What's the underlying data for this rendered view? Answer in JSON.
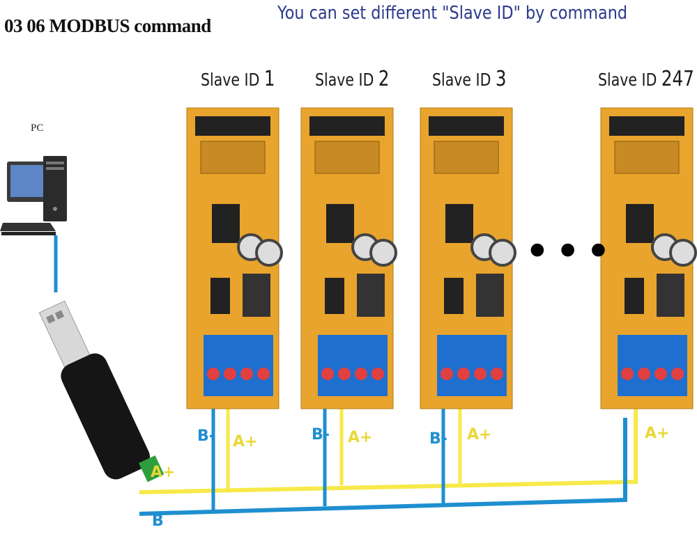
{
  "header": {
    "command_title": "03 06 MODBUS command",
    "subtitle": "You can set different \"Slave ID\" by command"
  },
  "pc": {
    "label": "PC",
    "icon": "desktop-computer-icon"
  },
  "slaves": [
    {
      "prefix": "Slave ID",
      "id": "1"
    },
    {
      "prefix": "Slave ID",
      "id": "2"
    },
    {
      "prefix": "Slave ID",
      "id": "3"
    },
    {
      "prefix": "Slave ID",
      "id": "247"
    }
  ],
  "ellipsis": "•••",
  "bus": {
    "b_minus": "B-",
    "a_plus": "A+",
    "b_short": "B",
    "colors": {
      "b_line": "#1f8fd0",
      "a_line": "#f7e94a",
      "board": "#e8a42c",
      "terminal": "#1f6fd0"
    }
  }
}
